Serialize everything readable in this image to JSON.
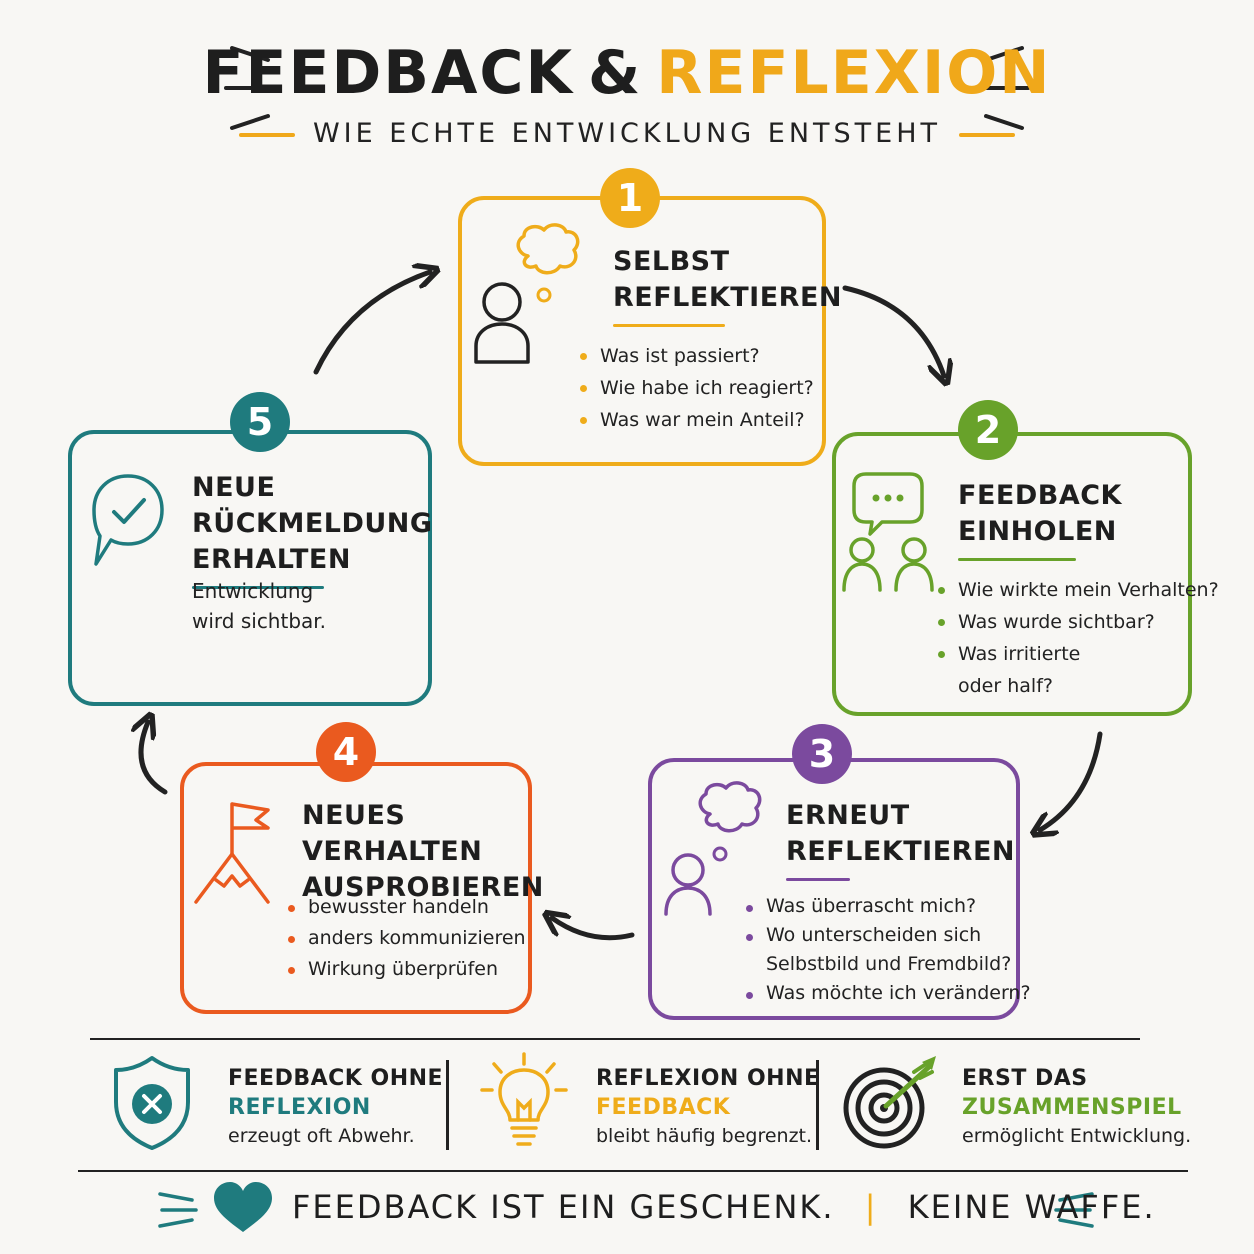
{
  "header": {
    "title_main": "FEEDBACK",
    "title_amp": "&",
    "title_accent": "REFLEXION",
    "subtitle": "WIE ECHTE ENTWICKLUNG ENTSTEHT"
  },
  "colors": {
    "yellow": "#efac1a",
    "green": "#68a22a",
    "purple": "#7b4a9e",
    "orange": "#ea5a1f",
    "teal": "#1f7b7e",
    "dark": "#222222"
  },
  "steps": [
    {
      "number": "1",
      "title_line1": "SELBST",
      "title_line2": "REFLEKTIEREN",
      "icon": "person-thought-icon",
      "items": [
        "Was ist passiert?",
        "Wie habe ich reagiert?",
        "Was war mein Anteil?"
      ]
    },
    {
      "number": "2",
      "title_line1": "FEEDBACK",
      "title_line2": "EINHOLEN",
      "icon": "people-chat-icon",
      "items": [
        "Wie wirkte mein Verhalten?",
        "Was wurde sichtbar?",
        "Was irritierte",
        "oder half?"
      ]
    },
    {
      "number": "3",
      "title_line1": "ERNEUT",
      "title_line2": "REFLEKTIEREN",
      "icon": "person-thought-icon",
      "items": [
        "Was überrascht mich?",
        "Wo unterscheiden sich",
        "Selbstbild und Fremdbild?",
        "Was möchte ich verändern?"
      ]
    },
    {
      "number": "4",
      "title_line1": "NEUES VERHALTEN",
      "title_line2": "AUSPROBIEREN",
      "icon": "mountain-flag-icon",
      "items": [
        "bewusster handeln",
        "anders kommunizieren",
        "Wirkung überprüfen"
      ]
    },
    {
      "number": "5",
      "title_line1": "NEUE RÜCKMELDUNG",
      "title_line2": "ERHALTEN",
      "icon": "check-speech-bubble-icon",
      "text_line1": "Entwicklung",
      "text_line2": "wird sichtbar."
    }
  ],
  "footer": {
    "items": [
      {
        "icon": "shield-x-icon",
        "title": "FEEDBACK OHNE",
        "accent": "REFLEXION",
        "text": "erzeugt oft Abwehr."
      },
      {
        "icon": "lightbulb-icon",
        "title": "REFLEXION OHNE",
        "accent": "FEEDBACK",
        "text": "bleibt häufig begrenzt."
      },
      {
        "icon": "target-arrow-icon",
        "title": "ERST DAS",
        "accent": "ZUSAMMENSPIEL",
        "text": "ermöglicht Entwicklung."
      }
    ],
    "tagline_part1": "FEEDBACK IST EIN GESCHENK.",
    "tagline_sep": "|",
    "tagline_part2": "KEINE WAFFE."
  }
}
